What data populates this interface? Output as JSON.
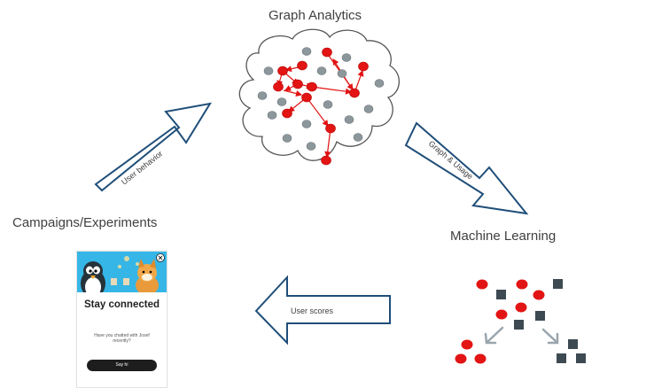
{
  "titles": {
    "graph_analytics": "Graph Analytics",
    "machine_learning": "Machine Learning",
    "campaigns": "Campaigns/Experiments"
  },
  "arrows": {
    "user_behavior": "User behavior",
    "graph_usage": "Graph & Usage",
    "user_scores": "User scores"
  },
  "phone": {
    "title": "Stay connected",
    "subtitle": "Have you chatted with Josef recently?",
    "button": "Say hi"
  },
  "colors": {
    "arrow_stroke": "#1f4e79",
    "node_red": "#e31414",
    "node_gray": "#8c979c",
    "square_dark": "#3d4a52",
    "cloud_stroke": "#555555",
    "banner_blue": "#35b6e6"
  }
}
